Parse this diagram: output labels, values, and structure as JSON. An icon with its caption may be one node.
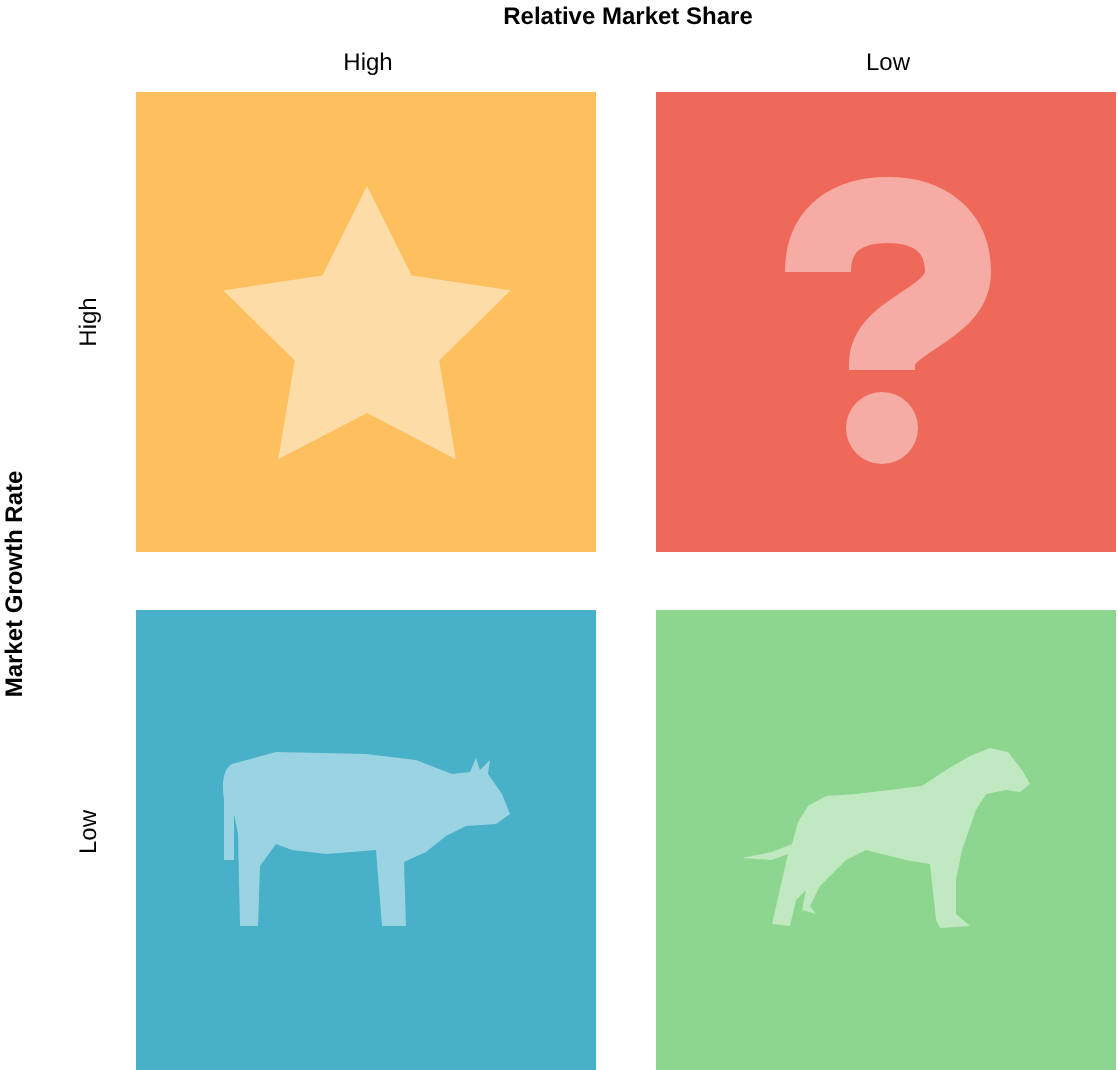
{
  "diagram": {
    "nodes": [
      {
        "text": [],
        "shape": "box"
      },
      {
        "text": [],
        "shape": "box"
      },
      {
        "text": [],
        "shape": "box"
      },
      {
        "text": [],
        "shape": "box"
      }
    ],
    "edges": [],
    "labels": [
      "Relative Market Share",
      "High",
      "Low",
      "High",
      "Market Growth Rate",
      "Low"
    ]
  }
}
